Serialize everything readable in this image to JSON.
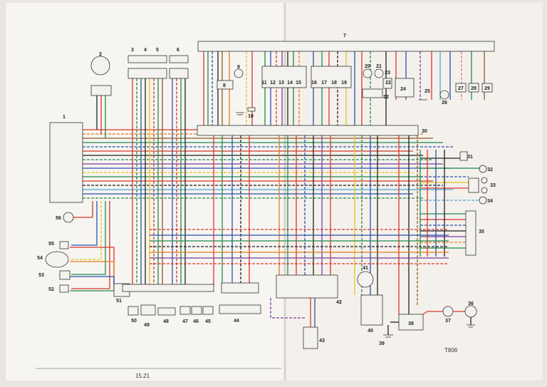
{
  "document": {
    "page_number": "15.21",
    "figure_id": "T806"
  },
  "components": [
    {
      "id": "1",
      "label": "1"
    },
    {
      "id": "2",
      "label": "2"
    },
    {
      "id": "3",
      "label": "3"
    },
    {
      "id": "4",
      "label": "4"
    },
    {
      "id": "5",
      "label": "5"
    },
    {
      "id": "6",
      "label": "6"
    },
    {
      "id": "7",
      "label": "7"
    },
    {
      "id": "8",
      "label": "8"
    },
    {
      "id": "9",
      "label": "9"
    },
    {
      "id": "10",
      "label": "10"
    },
    {
      "id": "11",
      "label": "11"
    },
    {
      "id": "12",
      "label": "12"
    },
    {
      "id": "13",
      "label": "13"
    },
    {
      "id": "14",
      "label": "14"
    },
    {
      "id": "15",
      "label": "15"
    },
    {
      "id": "16",
      "label": "16"
    },
    {
      "id": "17",
      "label": "17"
    },
    {
      "id": "18",
      "label": "18"
    },
    {
      "id": "19",
      "label": "19"
    },
    {
      "id": "20",
      "label": "20"
    },
    {
      "id": "21",
      "label": "21"
    },
    {
      "id": "22a",
      "label": "22"
    },
    {
      "id": "22b",
      "label": "22"
    },
    {
      "id": "23",
      "label": "23"
    },
    {
      "id": "24",
      "label": "24"
    },
    {
      "id": "25",
      "label": "25"
    },
    {
      "id": "26",
      "label": "26"
    },
    {
      "id": "27",
      "label": "27"
    },
    {
      "id": "28",
      "label": "28"
    },
    {
      "id": "29",
      "label": "29"
    },
    {
      "id": "30",
      "label": "30"
    },
    {
      "id": "31",
      "label": "31"
    },
    {
      "id": "32",
      "label": "32"
    },
    {
      "id": "33",
      "label": "33"
    },
    {
      "id": "34",
      "label": "34"
    },
    {
      "id": "35",
      "label": "35"
    },
    {
      "id": "36",
      "label": "36"
    },
    {
      "id": "37",
      "label": "37"
    },
    {
      "id": "38",
      "label": "38"
    },
    {
      "id": "39",
      "label": "39"
    },
    {
      "id": "40",
      "label": "40"
    },
    {
      "id": "41",
      "label": "41"
    },
    {
      "id": "42",
      "label": "42"
    },
    {
      "id": "43",
      "label": "43"
    },
    {
      "id": "44",
      "label": "44"
    },
    {
      "id": "45",
      "label": "45"
    },
    {
      "id": "46",
      "label": "46"
    },
    {
      "id": "47",
      "label": "47"
    },
    {
      "id": "48",
      "label": "48"
    },
    {
      "id": "49",
      "label": "49"
    },
    {
      "id": "50",
      "label": "50"
    },
    {
      "id": "51",
      "label": "51"
    },
    {
      "id": "52",
      "label": "52"
    },
    {
      "id": "53",
      "label": "53"
    },
    {
      "id": "54",
      "label": "54"
    },
    {
      "id": "55",
      "label": "55"
    },
    {
      "id": "56",
      "label": "56"
    }
  ],
  "wire_colors": {
    "red": "#d8362b",
    "green": "#1f8a4c",
    "blue": "#2b4fb0",
    "yellow": "#e3c21e",
    "black": "#222222",
    "brown": "#8a5a2b",
    "orange": "#e27b1f",
    "purple": "#7a3d9a",
    "pink": "#e06aa0",
    "grey": "#8a8a8a",
    "lightblue": "#4da3d8",
    "white": "#f5f5f5"
  }
}
